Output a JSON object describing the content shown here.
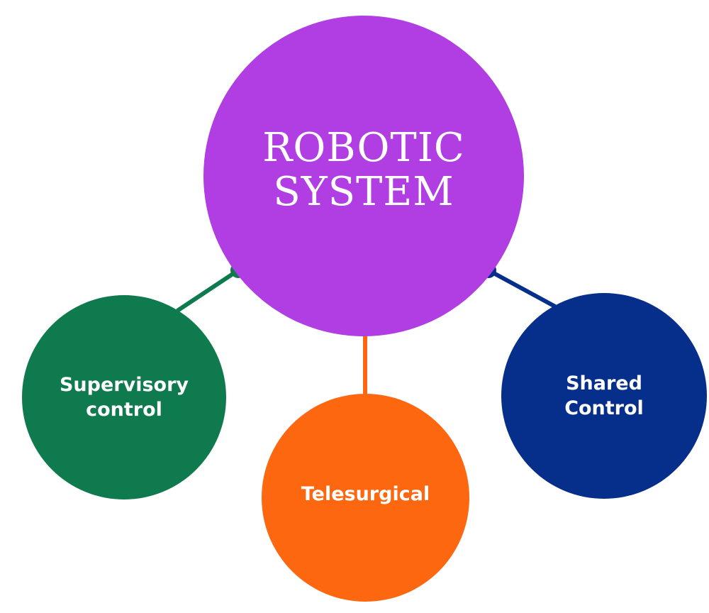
{
  "diagram": {
    "center": {
      "label": "ROBOTIC\nSYSTEM",
      "color": "#b03ee3"
    },
    "children": [
      {
        "key": "supervisory",
        "label": "Supervisory\ncontrol",
        "color": "#0f7a4e"
      },
      {
        "key": "telesurgical",
        "label": "Telesurgical",
        "color": "#fd6710"
      },
      {
        "key": "shared",
        "label": "Shared\nControl",
        "color": "#062f8b"
      }
    ]
  }
}
